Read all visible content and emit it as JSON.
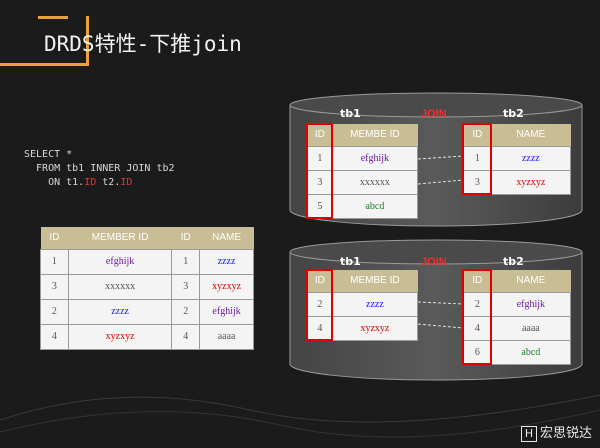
{
  "title": "DRDS特性-下推join",
  "sql": {
    "line1": "SELECT *",
    "line2": "  FROM tb1 INNER JOIN tb2",
    "line3_pre": "    ON t1.",
    "line3_kw1": "ID",
    "line3_mid": " t2.",
    "line3_kw2": "ID"
  },
  "result_table": {
    "headers": [
      "ID",
      "MEMBER ID",
      "ID",
      "NAME"
    ],
    "rows": [
      [
        "1",
        "efghijk",
        "1",
        "zzzz"
      ],
      [
        "3",
        "xxxxxx",
        "3",
        "xyzxyz"
      ],
      [
        "2",
        "zzzz",
        "2",
        "efghijk"
      ],
      [
        "4",
        "xyzxyz",
        "4",
        "aaaa"
      ]
    ]
  },
  "diagram1": {
    "left_label": "tb1",
    "right_label": "tb2",
    "join_label": "JOIN",
    "left_headers": [
      "ID",
      "MEMBE ID"
    ],
    "left_rows": [
      [
        "1",
        "efghijk"
      ],
      [
        "3",
        "xxxxxx"
      ],
      [
        "5",
        "abcd"
      ]
    ],
    "right_headers": [
      "ID",
      "NAME"
    ],
    "right_rows": [
      [
        "1",
        "zzzz"
      ],
      [
        "3",
        "xyzxyz"
      ]
    ]
  },
  "diagram2": {
    "left_label": "tb1",
    "right_label": "tb2",
    "join_label": "JOIN",
    "left_headers": [
      "ID",
      "MEMBE ID"
    ],
    "left_rows": [
      [
        "2",
        "zzzz"
      ],
      [
        "4",
        "xyzxyz"
      ]
    ],
    "right_headers": [
      "ID",
      "NAME"
    ],
    "right_rows": [
      [
        "2",
        "efghijk"
      ],
      [
        "4",
        "aaaa"
      ],
      [
        "6",
        "abcd"
      ]
    ]
  },
  "watermark": {
    "glyph": "H",
    "text": "宏思锐达"
  }
}
